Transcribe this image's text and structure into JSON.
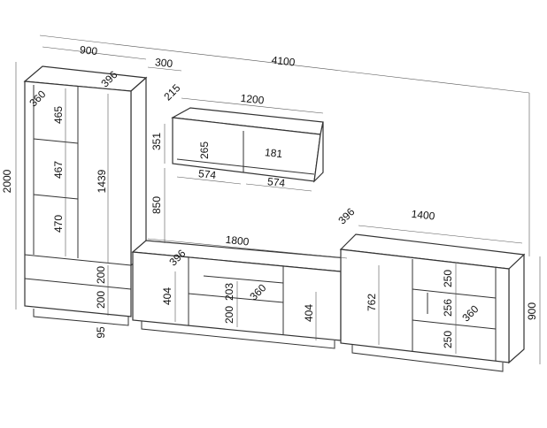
{
  "overall": {
    "width": "4100",
    "height": "2000"
  },
  "tall_cabinet": {
    "width": "900",
    "depth": "396",
    "shelf_depth": "360",
    "shelf_1": "465",
    "shelf_2": "467",
    "shelf_3": "470",
    "door": "1439",
    "drawer_1": "200",
    "drawer_2": "200",
    "plinth": "95"
  },
  "gap": {
    "horizontal": "300",
    "wall_shelf_offset": "215",
    "wall_shelf_height_above": "850"
  },
  "wall_shelf": {
    "width": "1200",
    "height": "351",
    "niche_height": "265",
    "depth": "181",
    "niche_left": "574",
    "niche_right": "574"
  },
  "tv_stand": {
    "width": "1800",
    "depth": "396",
    "left_height": "404",
    "niche_height": "203",
    "niche_depth": "360",
    "drawer": "200",
    "right_height": "404"
  },
  "sideboard": {
    "width": "1400",
    "depth": "396",
    "door": "762",
    "drawer_1": "250",
    "niche": "256",
    "niche_depth": "360",
    "drawer_2": "250",
    "height": "900"
  }
}
